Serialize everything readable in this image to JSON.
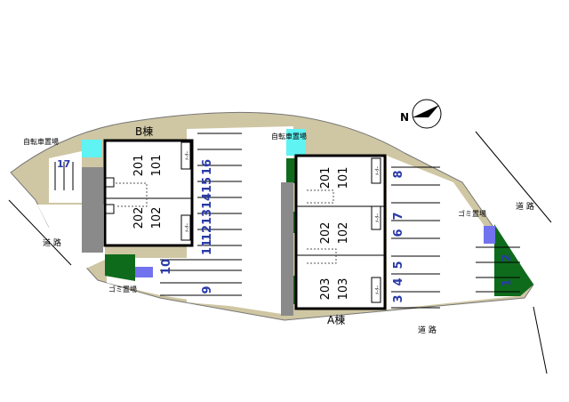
{
  "buildings": {
    "a": {
      "name": "A棟",
      "units": [
        "201",
        "101",
        "202",
        "102",
        "203",
        "103"
      ]
    },
    "b": {
      "name": "B棟",
      "units": [
        "201",
        "101",
        "202",
        "102"
      ]
    }
  },
  "facilities": {
    "bicycle_parking": "自転車置場",
    "garbage": "ゴミ置場"
  },
  "roads": {
    "road": "道 路"
  },
  "compass": {
    "north": "N"
  },
  "parking_numbers": {
    "a_col": [
      "3",
      "4",
      "5",
      "6",
      "7",
      "8"
    ],
    "b_col": [
      "11",
      "12",
      "13",
      "14",
      "15",
      "16"
    ],
    "b_low": [
      "9",
      "10"
    ],
    "east": [
      "1",
      "2"
    ],
    "west": [
      "17"
    ]
  },
  "meter_label": "ﾒｰﾀｰ",
  "colors": {
    "site": "#cfc6a3",
    "building": "#ffffff",
    "green": "#0f6b1c",
    "cyan": "#5ff3f3",
    "gray": "#8a8a8a",
    "blue_box": "#7272ee",
    "number": "#2a3aa8"
  }
}
